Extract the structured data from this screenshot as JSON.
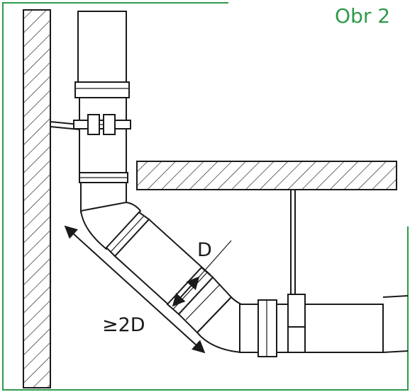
{
  "figure": {
    "label": "Obr 2",
    "accent_color": "#2e9a4a",
    "line_color": "#1a1a1a"
  },
  "dimensions": {
    "pipe_diameter": "D",
    "min_offset": "≥2D"
  }
}
